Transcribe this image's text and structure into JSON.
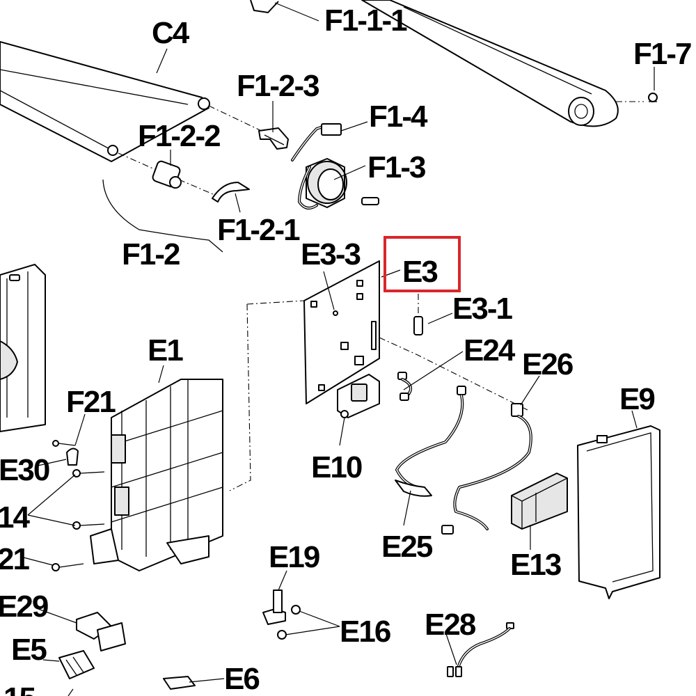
{
  "highlight_color": "#d9262b",
  "labels": {
    "c4": "C4",
    "f1_1_1": "F1-1-1",
    "f1_7": "F1-7",
    "f1_2_3": "F1-2-3",
    "f1_4": "F1-4",
    "f1_2_2": "F1-2-2",
    "f1_3": "F1-3",
    "f1_2_1": "F1-2-1",
    "f1_2": "F1-2",
    "e3_3": "E3-3",
    "e3": "E3",
    "e3_1": "E3-1",
    "e24": "E24",
    "e26": "E26",
    "e1": "E1",
    "f21_top": "F21",
    "e9": "E9",
    "e30": "E30",
    "e10": "E10",
    "f14": "14",
    "e25": "E25",
    "e13": "E13",
    "f21_bottom": "21",
    "e19": "E19",
    "e29": "E29",
    "e16": "E16",
    "e28": "E28",
    "e5": "E5",
    "e6": "E6",
    "cut_bottom": "15"
  }
}
